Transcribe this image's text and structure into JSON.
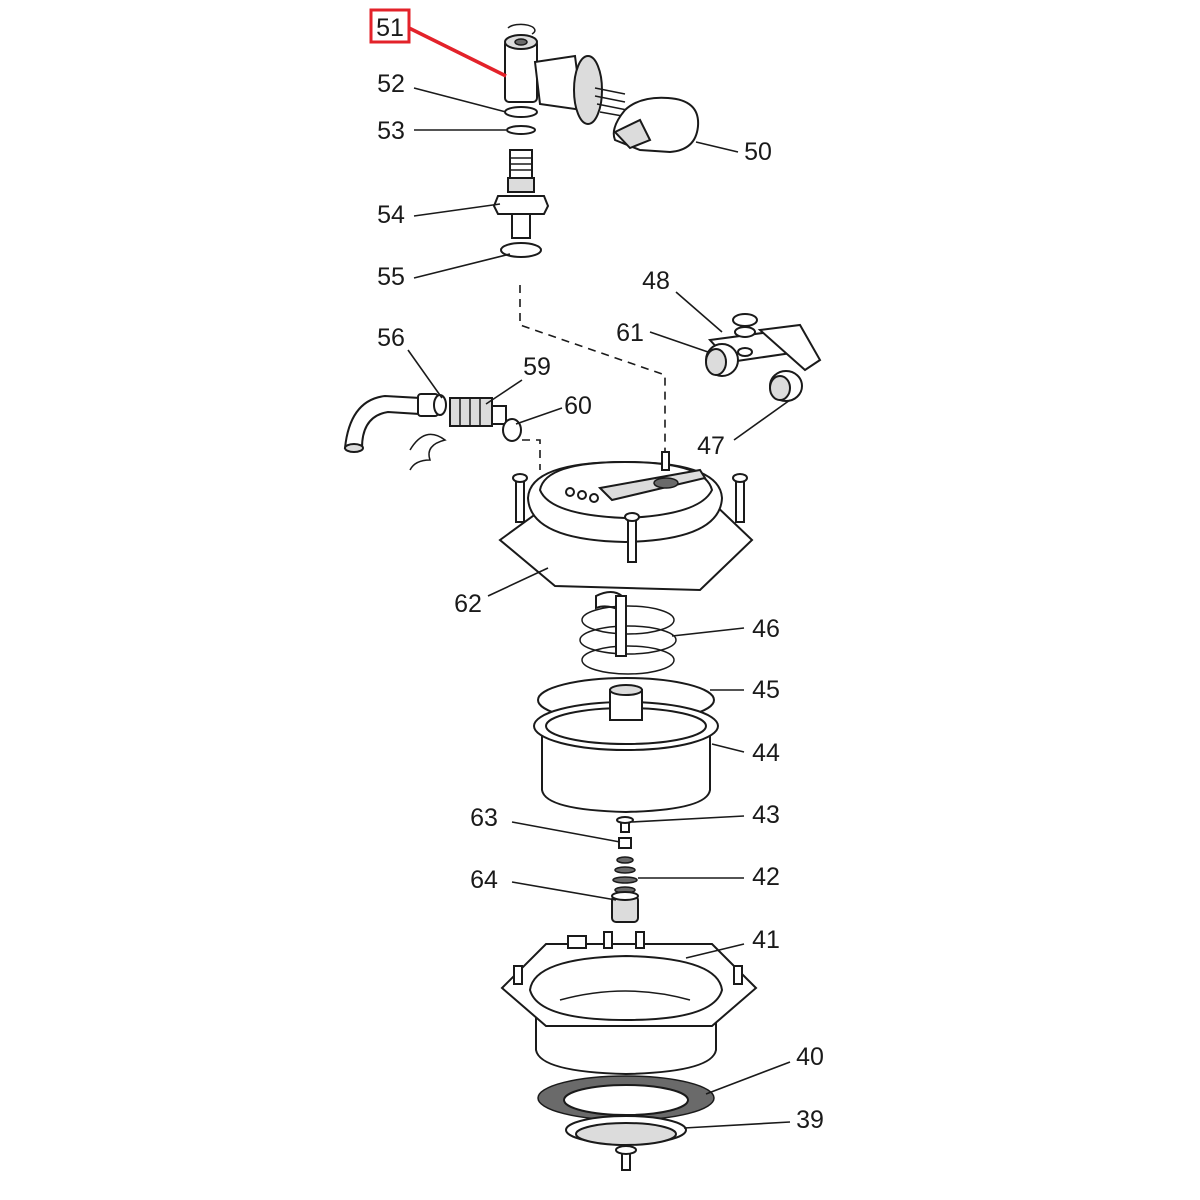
{
  "highlight": {
    "label": "51",
    "color": "#e3222a"
  },
  "callouts": {
    "c52": "52",
    "c53": "53",
    "c50": "50",
    "c54": "54",
    "c55": "55",
    "c48": "48",
    "c61": "61",
    "c56": "56",
    "c59": "59",
    "c60": "60",
    "c47": "47",
    "c62": "62",
    "c46": "46",
    "c45": "45",
    "c44": "44",
    "c63": "63",
    "c43": "43",
    "c64": "64",
    "c42": "42",
    "c41": "41",
    "c40": "40",
    "c39": "39"
  }
}
